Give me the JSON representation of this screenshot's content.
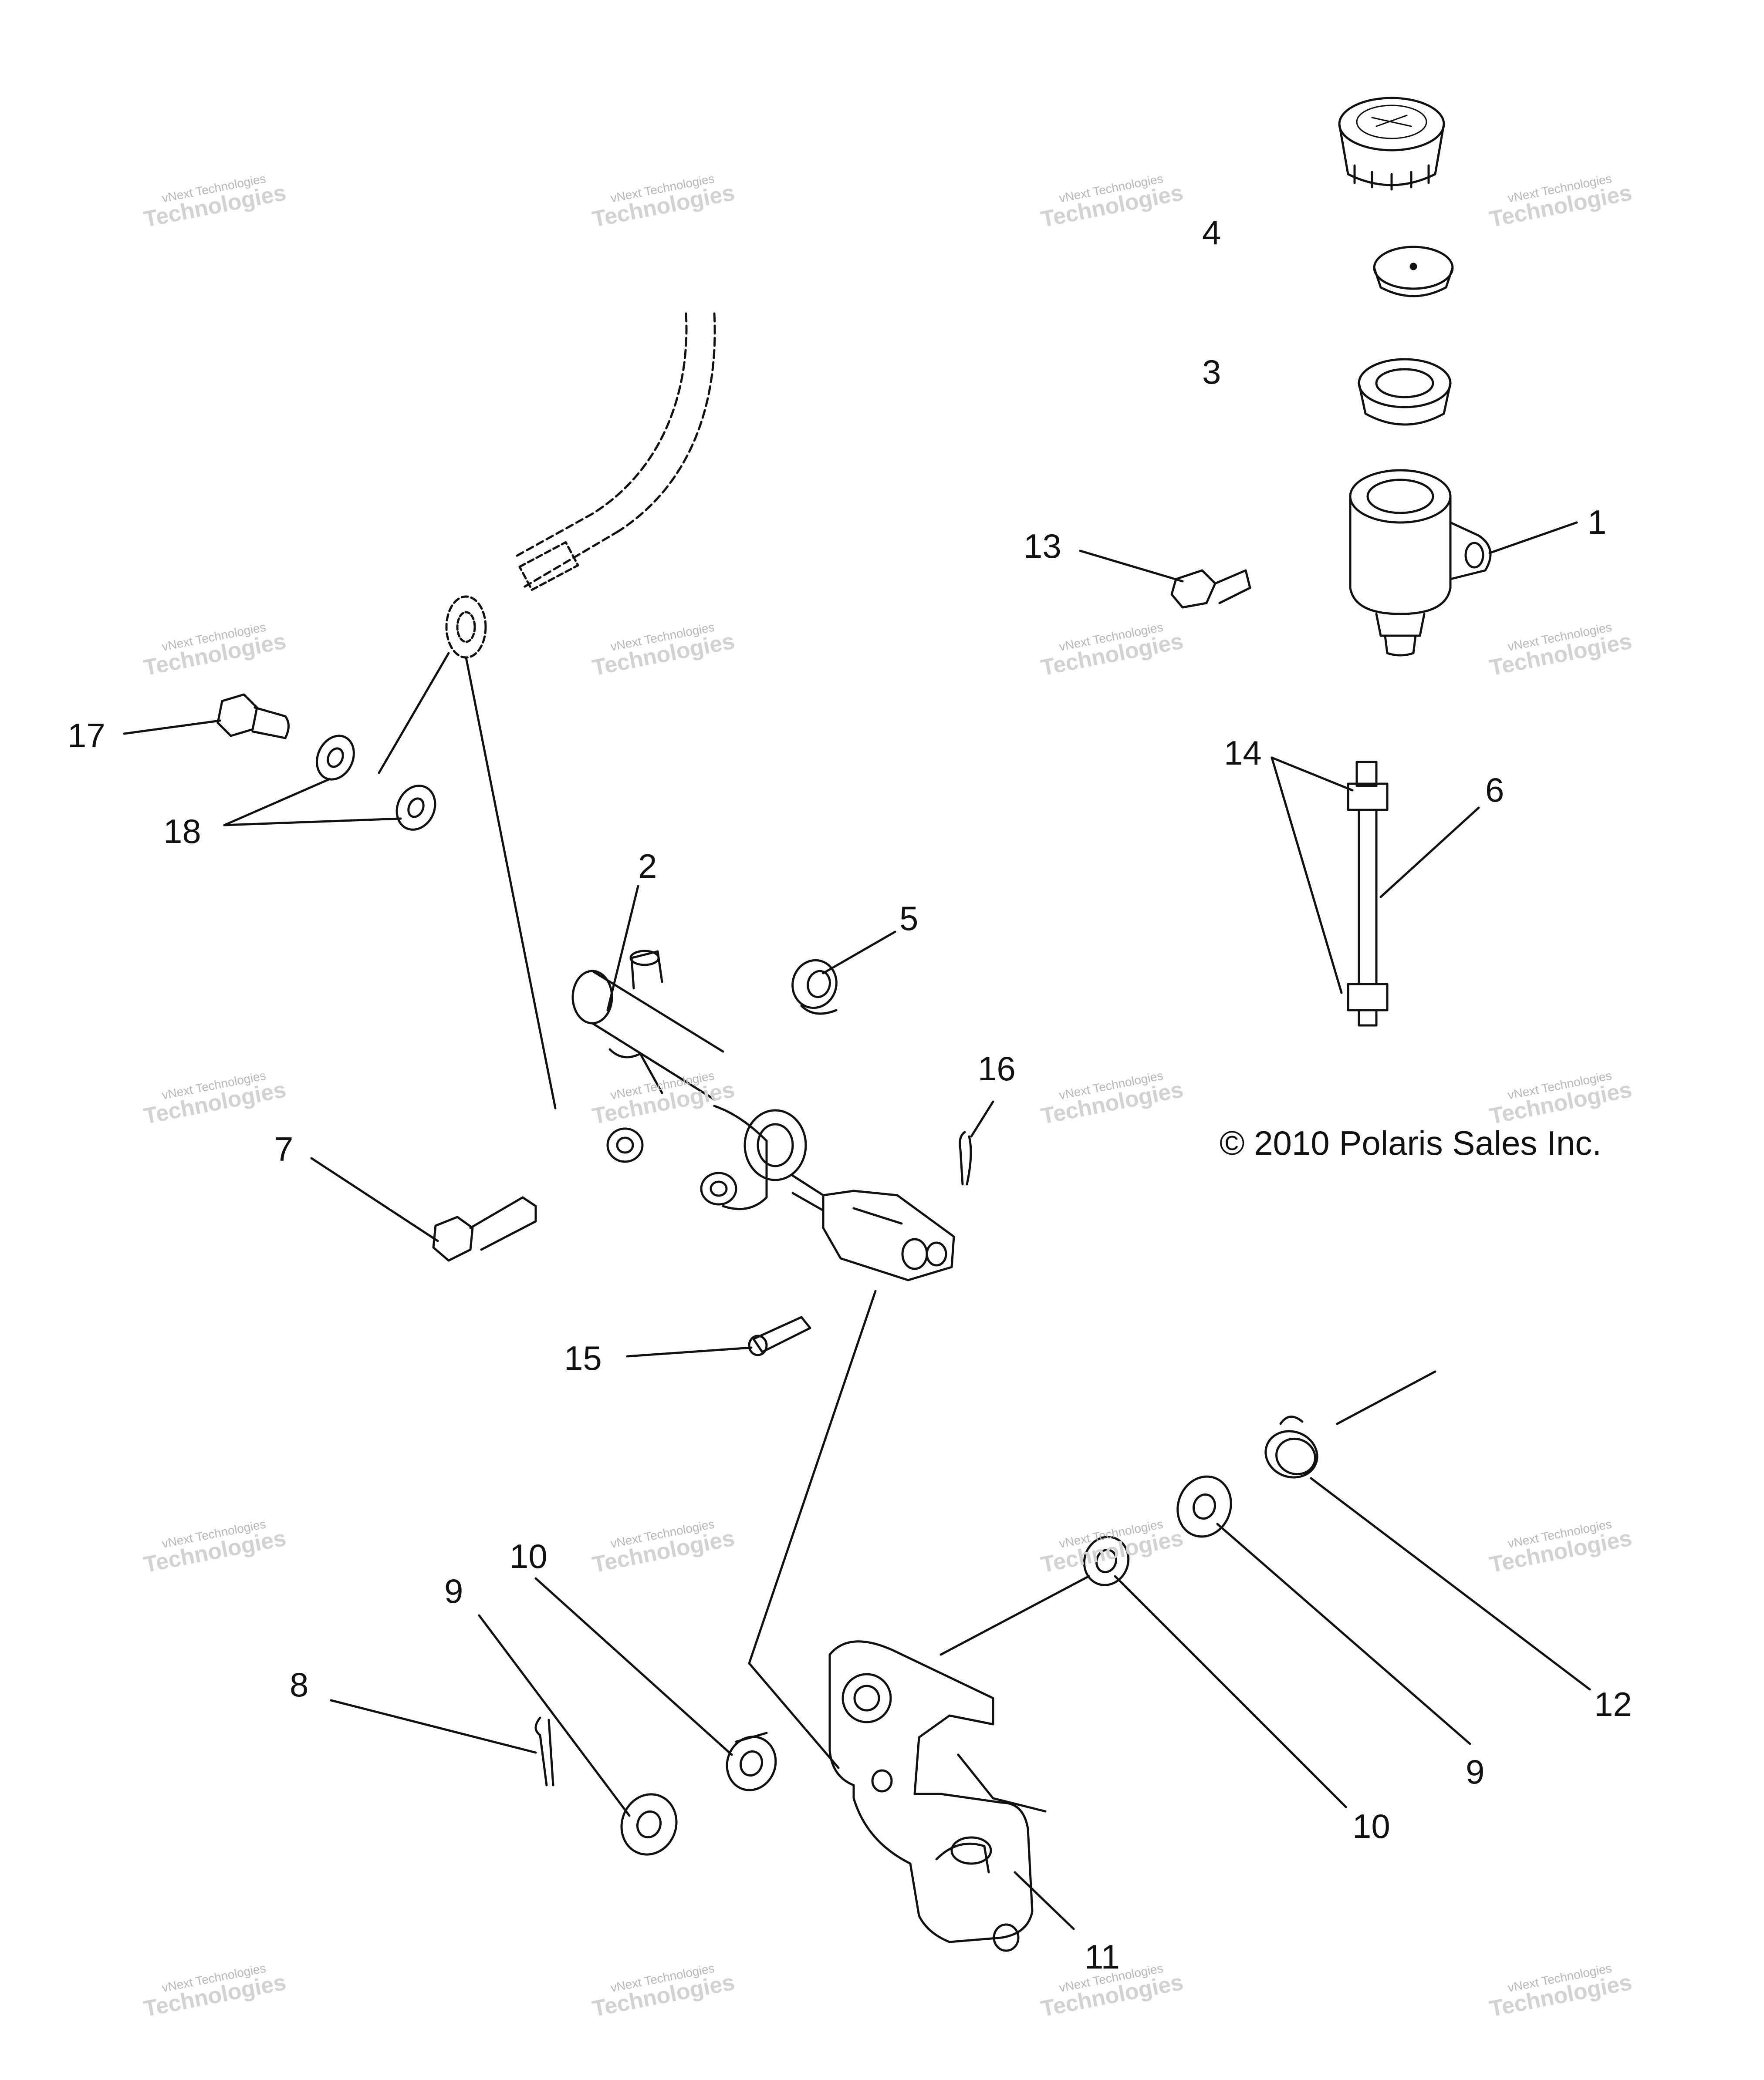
{
  "copyright": "© 2010 Polaris Sales Inc.",
  "watermark": {
    "line1": "vNext Technologies",
    "line2": "Technologies"
  },
  "callouts": {
    "c1": "1",
    "c2": "2",
    "c3": "3",
    "c4": "4",
    "c5": "5",
    "c6": "6",
    "c7": "7",
    "c8": "8",
    "c9a": "9",
    "c9b": "9",
    "c10a": "10",
    "c10b": "10",
    "c11": "11",
    "c12": "12",
    "c13": "13",
    "c14": "14",
    "c15": "15",
    "c16": "16",
    "c17": "17",
    "c18": "18"
  },
  "colors": {
    "line": "#111111",
    "watermark": "#b7b7b7",
    "background": "#ffffff"
  }
}
